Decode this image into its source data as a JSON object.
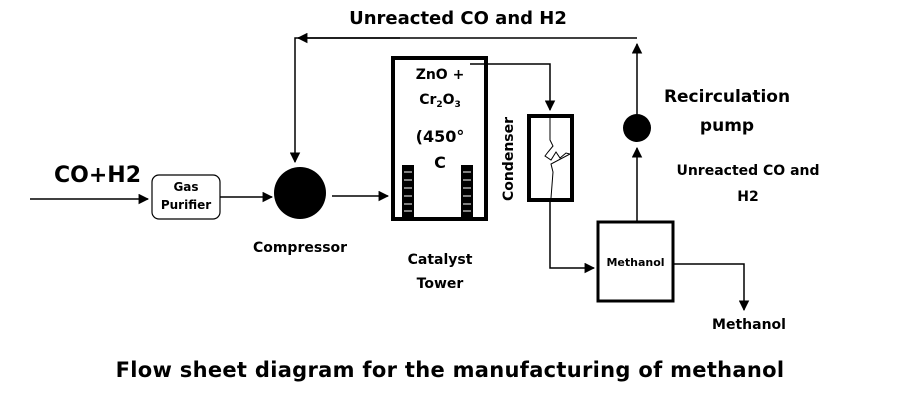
{
  "diagram": {
    "feed_label": "CO+H2",
    "purifier_label_line1": "Gas",
    "purifier_label_line2": "Purifier",
    "compressor_label": "Compressor",
    "catalyst_line1": "ZnO +",
    "catalyst_line2_pre": "Cr",
    "catalyst_line2_sub1": "2",
    "catalyst_line2_mid": "O",
    "catalyst_line2_sub2": "3",
    "temperature_line1": "(450°",
    "temperature_line2": "C",
    "tower_label_line1": "Catalyst",
    "tower_label_line2": "Tower",
    "condenser_label": "Condenser",
    "separator_label": "Methanol",
    "pump_label_line1": "Recirculation",
    "pump_label_line2": "pump",
    "recycle_top_label": "Unreacted CO and H2",
    "recycle_side_line1": "Unreacted CO and",
    "recycle_side_line2": "H2",
    "product_label": "Methanol",
    "caption": "Flow sheet diagram for the manufacturing of methanol"
  }
}
